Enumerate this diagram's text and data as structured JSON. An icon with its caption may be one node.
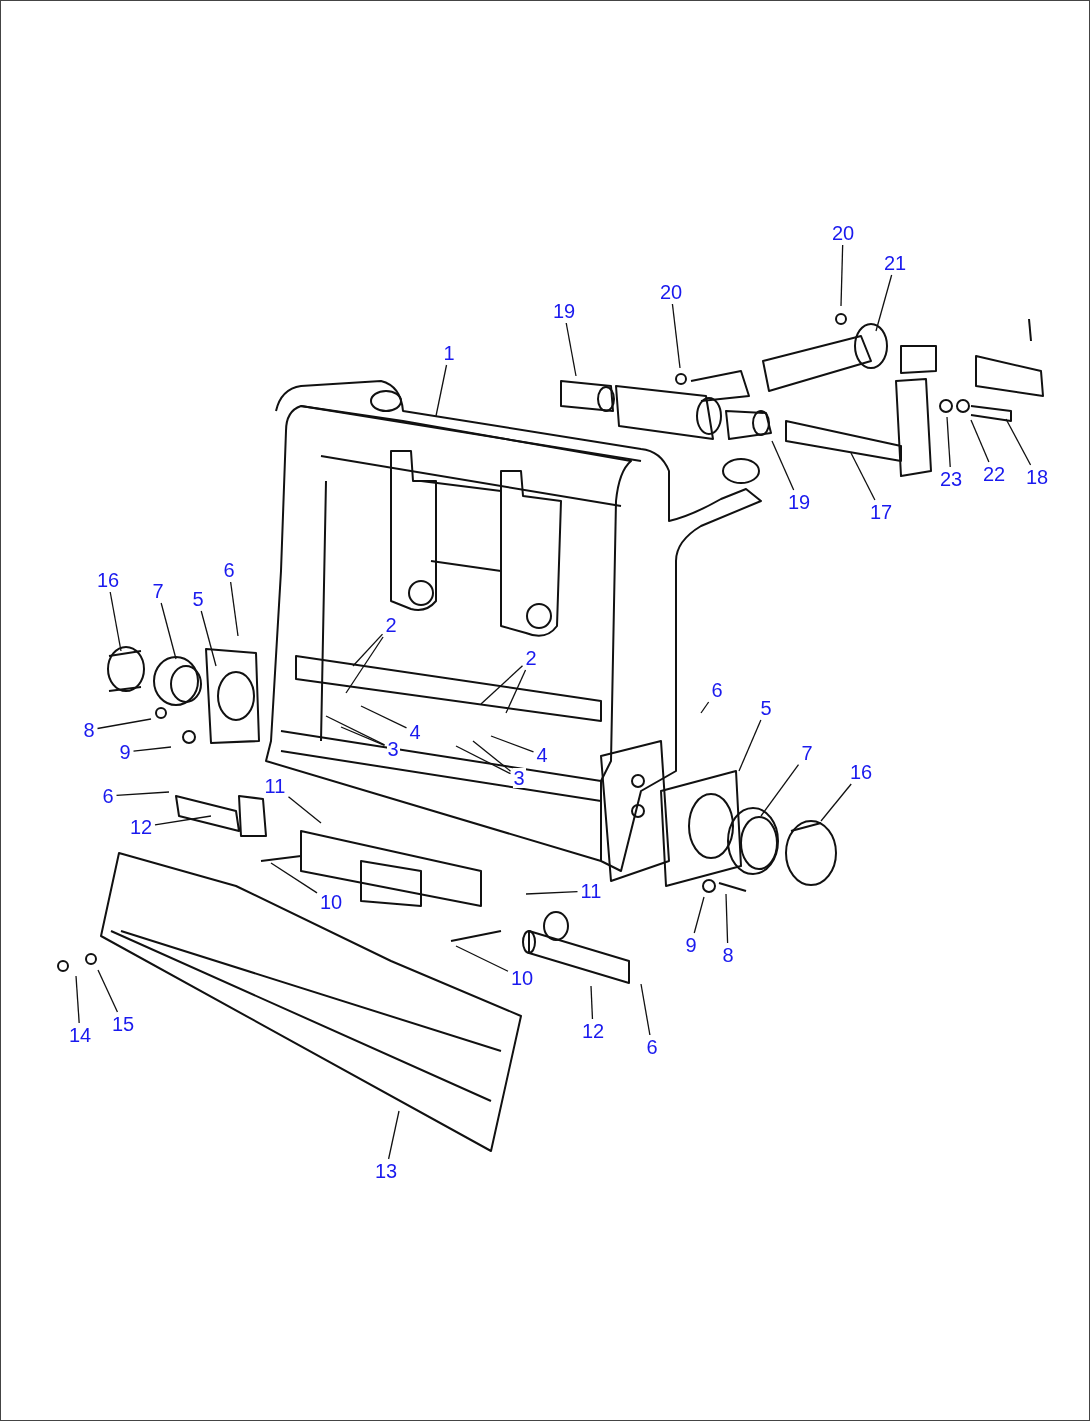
{
  "diagram": {
    "nodes": [
      {
        "text": [
          "20"
        ]
      },
      {
        "text": [
          "21"
        ]
      },
      {
        "text": [
          "20"
        ]
      },
      {
        "text": [
          "19"
        ]
      },
      {
        "text": [
          "1"
        ]
      },
      {
        "text": [
          "22"
        ]
      },
      {
        "text": [
          "18"
        ]
      },
      {
        "text": [
          "23"
        ]
      },
      {
        "text": [
          "19"
        ]
      },
      {
        "text": [
          "17"
        ]
      },
      {
        "text": [
          "6"
        ]
      },
      {
        "text": [
          "16"
        ]
      },
      {
        "text": [
          "7"
        ]
      },
      {
        "text": [
          "5"
        ]
      },
      {
        "text": [
          "2"
        ]
      },
      {
        "text": [
          "2"
        ]
      },
      {
        "text": [
          "6"
        ]
      },
      {
        "text": [
          "5"
        ]
      },
      {
        "text": [
          "8"
        ]
      },
      {
        "text": [
          "4"
        ]
      },
      {
        "text": [
          "3"
        ]
      },
      {
        "text": [
          "9"
        ]
      },
      {
        "text": [
          "7"
        ]
      },
      {
        "text": [
          "4"
        ]
      },
      {
        "text": [
          "16"
        ]
      },
      {
        "text": [
          "3"
        ]
      },
      {
        "text": [
          "11"
        ]
      },
      {
        "text": [
          "6"
        ]
      },
      {
        "text": [
          "12"
        ]
      },
      {
        "text": [
          "11"
        ]
      },
      {
        "text": [
          "10"
        ]
      },
      {
        "text": [
          "9"
        ]
      },
      {
        "text": [
          "8"
        ]
      },
      {
        "text": [
          "10"
        ]
      },
      {
        "text": [
          "15"
        ]
      },
      {
        "text": [
          "12"
        ]
      },
      {
        "text": [
          "14"
        ]
      },
      {
        "text": [
          "6"
        ]
      },
      {
        "text": [
          "13"
        ]
      }
    ],
    "edges": [
      {
        "from": 0,
        "to": null,
        "arrow": "none"
      },
      {
        "from": 1,
        "to": null,
        "arrow": "none"
      },
      {
        "from": 2,
        "to": null,
        "arrow": "none"
      },
      {
        "from": 3,
        "to": null,
        "arrow": "none"
      },
      {
        "from": 4,
        "to": null,
        "arrow": "none"
      },
      {
        "from": 5,
        "to": null,
        "arrow": "none"
      },
      {
        "from": 6,
        "to": null,
        "arrow": "none"
      },
      {
        "from": 7,
        "to": null,
        "arrow": "none"
      },
      {
        "from": 8,
        "to": null,
        "arrow": "none"
      },
      {
        "from": 9,
        "to": null,
        "arrow": "none"
      },
      {
        "from": 10,
        "to": null,
        "arrow": "none"
      },
      {
        "from": 11,
        "to": null,
        "arrow": "none"
      },
      {
        "from": 12,
        "to": null,
        "arrow": "none"
      },
      {
        "from": 13,
        "to": null,
        "arrow": "none"
      },
      {
        "from": 14,
        "to": null,
        "arrow": "none"
      },
      {
        "from": 14,
        "to": null,
        "arrow": "none"
      },
      {
        "from": 15,
        "to": null,
        "arrow": "none"
      },
      {
        "from": 15,
        "to": null,
        "arrow": "none"
      },
      {
        "from": 16,
        "to": null,
        "arrow": "none"
      },
      {
        "from": 17,
        "to": null,
        "arrow": "none"
      },
      {
        "from": 18,
        "to": null,
        "arrow": "none"
      },
      {
        "from": 19,
        "to": null,
        "arrow": "none"
      },
      {
        "from": 20,
        "to": null,
        "arrow": "none"
      },
      {
        "from": 20,
        "to": null,
        "arrow": "none"
      },
      {
        "from": 21,
        "to": null,
        "arrow": "none"
      },
      {
        "from": 22,
        "to": null,
        "arrow": "none"
      },
      {
        "from": 23,
        "to": null,
        "arrow": "none"
      },
      {
        "from": 24,
        "to": null,
        "arrow": "none"
      },
      {
        "from": 25,
        "to": null,
        "arrow": "none"
      },
      {
        "from": 25,
        "to": null,
        "arrow": "none"
      },
      {
        "from": 26,
        "to": null,
        "arrow": "none"
      },
      {
        "from": 27,
        "to": null,
        "arrow": "none"
      },
      {
        "from": 28,
        "to": null,
        "arrow": "none"
      },
      {
        "from": 29,
        "to": null,
        "arrow": "none"
      },
      {
        "from": 30,
        "to": null,
        "arrow": "none"
      },
      {
        "from": 31,
        "to": null,
        "arrow": "none"
      },
      {
        "from": 32,
        "to": null,
        "arrow": "none"
      },
      {
        "from": 33,
        "to": null,
        "arrow": "none"
      },
      {
        "from": 34,
        "to": null,
        "arrow": "none"
      },
      {
        "from": 35,
        "to": null,
        "arrow": "none"
      },
      {
        "from": 36,
        "to": null,
        "arrow": "none"
      },
      {
        "from": 37,
        "to": null,
        "arrow": "none"
      },
      {
        "from": 38,
        "to": null,
        "arrow": "none"
      }
    ]
  }
}
